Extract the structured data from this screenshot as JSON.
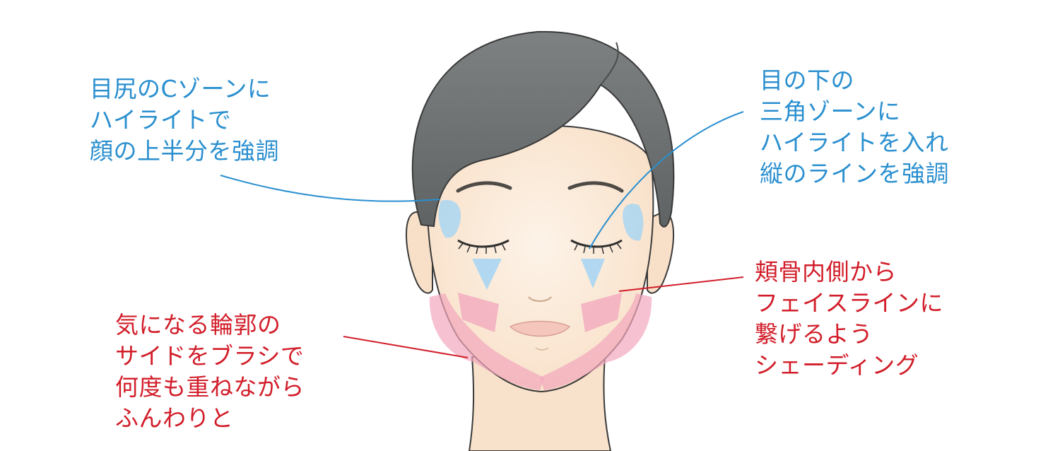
{
  "annotations": {
    "eye_c_zone": {
      "lines": [
        "目尻のCゾーンに",
        "ハイライトで",
        "顔の上半分を強調"
      ]
    },
    "under_eye_triangle": {
      "lines": [
        "目の下の",
        "三角ゾーンに",
        "ハイライトを入れ",
        "縦のラインを強調"
      ]
    },
    "contour_sides": {
      "lines": [
        "気になる輪郭の",
        "サイドをブラシで",
        "何度も重ねながら",
        "ふんわりと"
      ]
    },
    "cheekbone_shading": {
      "lines": [
        "頬骨内側から",
        "フェイスラインに",
        "繋げるよう",
        "シェーディング"
      ]
    }
  },
  "colors": {
    "highlight_text": "#2a8fcf",
    "shading_text": "#d21e2a",
    "highlight_zone": "#a9d6f2",
    "shading_zone": "#f2a6bc",
    "hair": "#6f7374",
    "skin": "#fbe9d7"
  }
}
